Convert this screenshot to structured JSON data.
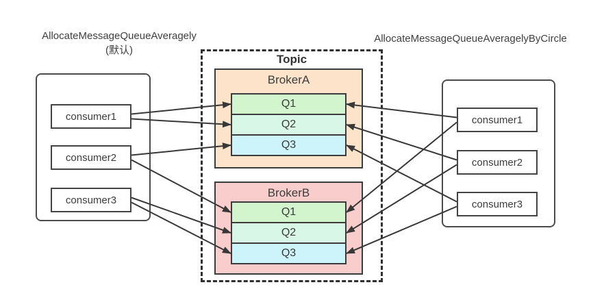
{
  "left_panel": {
    "title": "AllocateMessageQueueAveragely",
    "subtitle": "(默认)",
    "consumers": [
      {
        "id": "lc1",
        "label": "consumer1"
      },
      {
        "id": "lc2",
        "label": "consumer2"
      },
      {
        "id": "lc3",
        "label": "consumer3"
      }
    ]
  },
  "right_panel": {
    "title": "AllocateMessageQueueAveragelyByCircle",
    "consumers": [
      {
        "id": "rc1",
        "label": "consumer1"
      },
      {
        "id": "rc2",
        "label": "consumer2"
      },
      {
        "id": "rc3",
        "label": "consumer3"
      }
    ]
  },
  "topic": {
    "label": "Topic",
    "brokers": [
      {
        "id": "brokerA",
        "label": "BrokerA",
        "fill": "#fce3c9",
        "queues": [
          {
            "id": "aq1",
            "label": "Q1",
            "fill": "#d2f5ce"
          },
          {
            "id": "aq2",
            "label": "Q2",
            "fill": "#d9f7e6"
          },
          {
            "id": "aq3",
            "label": "Q3",
            "fill": "#cdf3fb"
          }
        ]
      },
      {
        "id": "brokerB",
        "label": "BrokerB",
        "fill": "#facdcd",
        "queues": [
          {
            "id": "bq1",
            "label": "Q1",
            "fill": "#d2f5ce"
          },
          {
            "id": "bq2",
            "label": "Q2",
            "fill": "#d9f7e6"
          },
          {
            "id": "bq3",
            "label": "Q3",
            "fill": "#cdf3fb"
          }
        ]
      }
    ]
  },
  "connections": {
    "left": [
      {
        "from": "lc1",
        "to": "aq1"
      },
      {
        "from": "lc1",
        "to": "aq2"
      },
      {
        "from": "lc2",
        "to": "aq3"
      },
      {
        "from": "lc2",
        "to": "bq1"
      },
      {
        "from": "lc3",
        "to": "bq2"
      },
      {
        "from": "lc3",
        "to": "bq3"
      }
    ],
    "right": [
      {
        "from": "rc1",
        "to": "aq1"
      },
      {
        "from": "rc1",
        "to": "bq1"
      },
      {
        "from": "rc2",
        "to": "aq2"
      },
      {
        "from": "rc2",
        "to": "bq2"
      },
      {
        "from": "rc3",
        "to": "aq3"
      },
      {
        "from": "rc3",
        "to": "bq3"
      }
    ]
  },
  "colors": {
    "arrow_line": "#383838",
    "box_border": "#3b3b3b",
    "dashed_border": "#2f2f2f",
    "broker_a_fill": "#fce3c9",
    "broker_b_fill": "#facdcd",
    "queue_green": "#d2f5ce",
    "queue_mint": "#d9f7e6",
    "queue_cyan": "#cdf3fb",
    "background": "#ffffff"
  }
}
